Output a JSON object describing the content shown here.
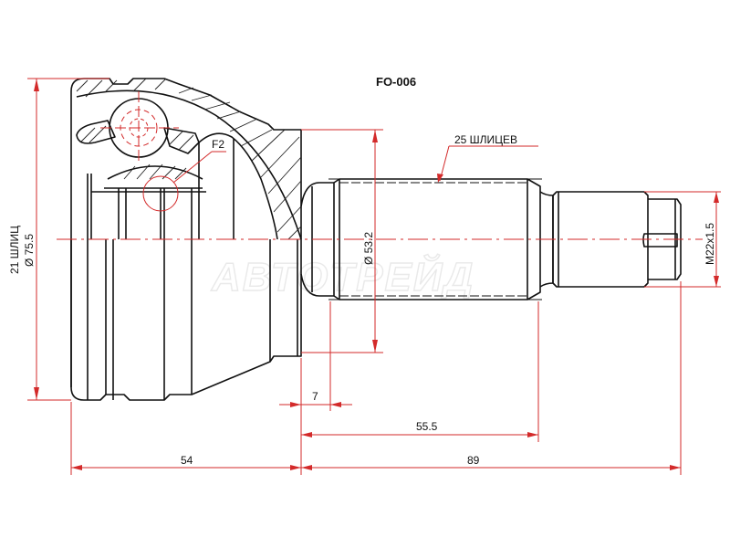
{
  "title": "FO-006",
  "watermark": "АВТОТРЕЙД",
  "colors": {
    "outline": "#111111",
    "dimension": "#d32a2a",
    "watermark": "#e9e9e9",
    "background": "#ffffff"
  },
  "callouts": {
    "detail_ref": "F2",
    "outer_splines": "25 ШЛИЦЕВ"
  },
  "dimensions": {
    "left_vertical_label": "21 ШЛИЦ",
    "outer_diameter": "Ø 75.5",
    "shaft_diameter": "Ø 53.2",
    "thread": "M22x1.5",
    "shoulder_length": "7",
    "spline_length": "55.5",
    "housing_length": "54",
    "shaft_length": "89"
  }
}
